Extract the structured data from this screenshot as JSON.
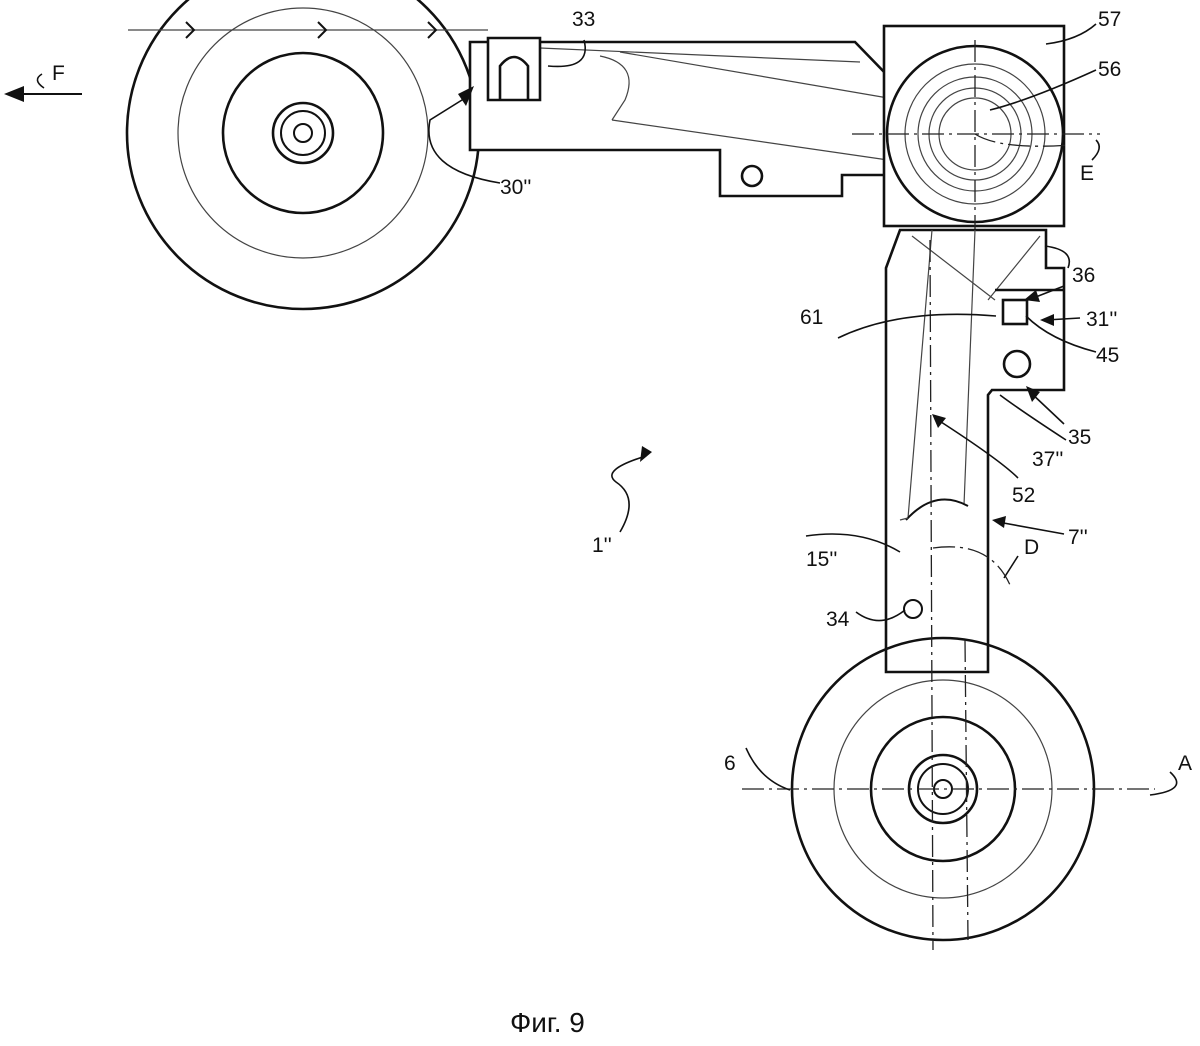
{
  "figure": {
    "caption": "Фиг. 9",
    "labels": {
      "F": "F",
      "ref_30": "30''",
      "ref_33": "33",
      "ref_57": "57",
      "ref_56": "56",
      "E": "E",
      "ref_36": "36",
      "ref_31": "31''",
      "ref_61": "61",
      "ref_45": "45",
      "ref_35": "35",
      "ref_37": "37''",
      "ref_52": "52",
      "ref_1": "1''",
      "ref_7": "7''",
      "ref_15": "15''",
      "D": "D",
      "ref_34": "34",
      "A": "A",
      "ref_6": "6"
    }
  }
}
